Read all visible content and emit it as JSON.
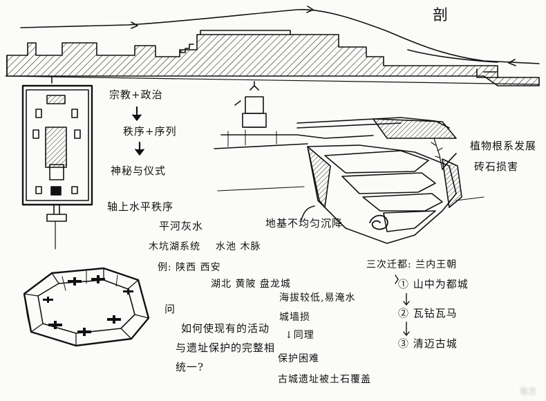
{
  "section_label": "剖",
  "flow_notes": [
    "宗教+政治",
    "秩序+序列",
    "神秘与仪式"
  ],
  "axis_note": "轴上水平秩序",
  "water_notes": [
    "平河灰水",
    "木坑湖系统",
    "水池 木脉"
  ],
  "region_notes": [
    "例: 陕西 西安",
    "湖北 黄陂 盘龙城"
  ],
  "question_notes": [
    "问",
    "如何使现有的活动",
    "与遗址保护的完整相",
    "统一?"
  ],
  "plant_note": [
    "植物根系发展",
    "砖石损害"
  ],
  "foundation_note": "地基不均匀沉降",
  "site_notes": [
    "海拔较低,易淹水",
    "城墙损",
    "↓同理",
    "保护困难",
    "古城遗址被土石覆盖"
  ],
  "relocation": {
    "title": "三次迁都: 兰内王朝",
    "steps": [
      "① 山中为都城",
      "② 瓦钻瓦马",
      "③ 清迈古城"
    ]
  },
  "watermark": "有方",
  "colors": {
    "ink": "#111111",
    "paper": "#fbfbf9"
  }
}
